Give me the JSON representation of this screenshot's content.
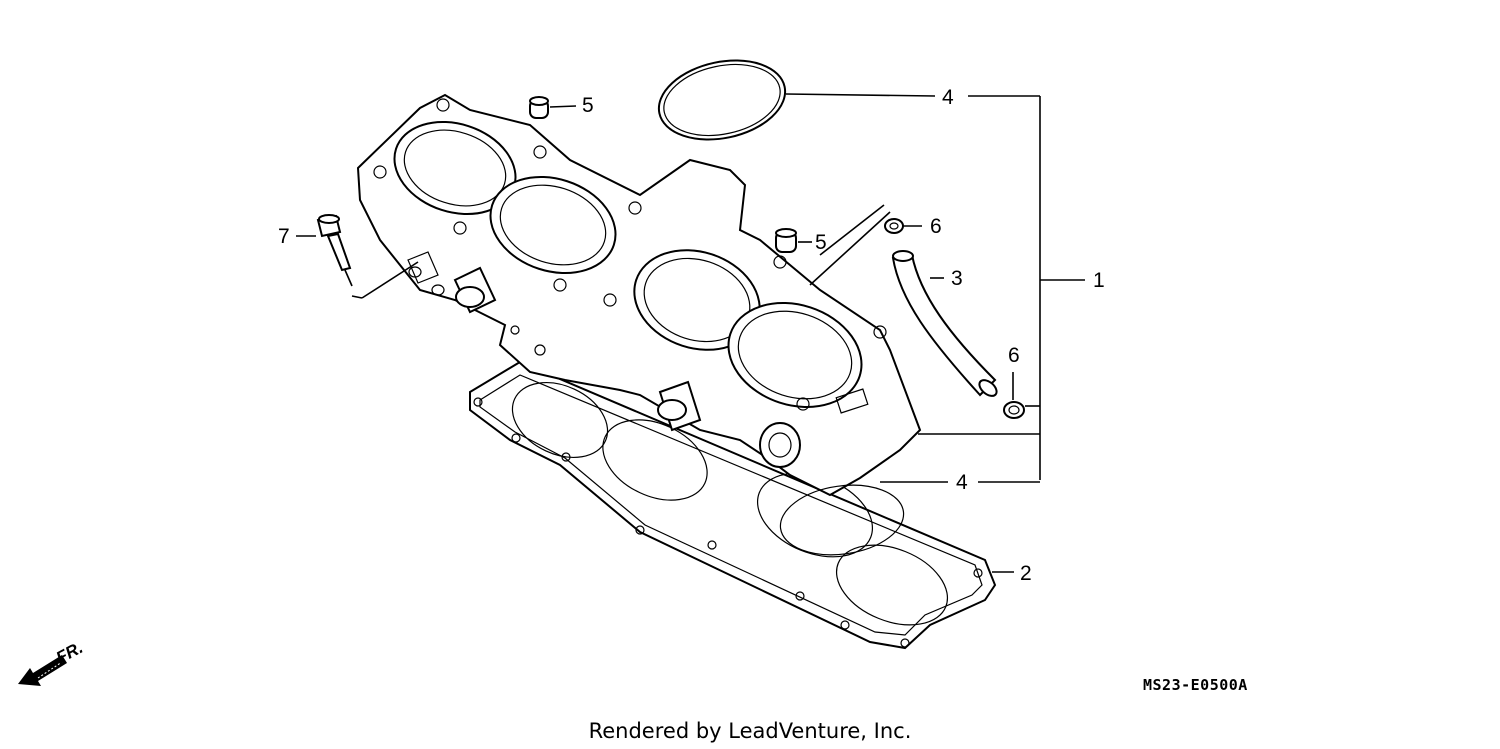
{
  "diagram": {
    "callouts": {
      "c1": "1",
      "c2": "2",
      "c3": "3",
      "c4_top": "4",
      "c4_bottom": "4",
      "c5_top": "5",
      "c5_mid": "5",
      "c6_top": "6",
      "c6_bottom": "6",
      "c7": "7"
    },
    "direction_label": "FR.",
    "diagram_code": "MS23-E0500A",
    "credit": "Rendered by LeadVenture, Inc."
  }
}
